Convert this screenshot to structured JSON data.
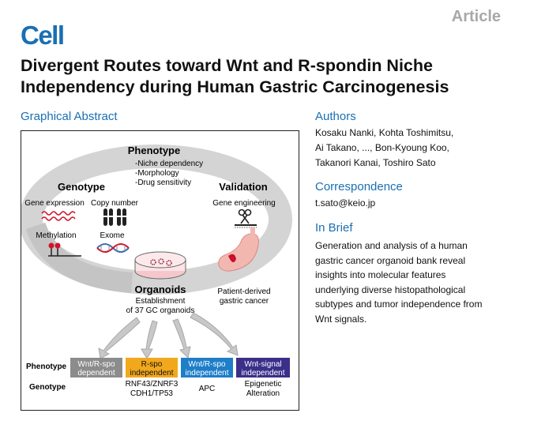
{
  "header": {
    "journal_logo": "Cell",
    "article_type": "Article",
    "title_line1": "Divergent Routes toward Wnt and R-spondin Niche",
    "title_line2": "Independency during Human Gastric Carcinogenesis"
  },
  "graphical_abstract": {
    "heading": "Graphical Abstract",
    "phenotype_title": "Phenotype",
    "phenotype_items": [
      "-Niche dependency",
      "-Morphology",
      "-Drug sensitivity"
    ],
    "genotype_title": "Genotype",
    "gene_expression": "Gene expression",
    "copy_number": "Copy number",
    "methylation": "Methylation",
    "exome": "Exome",
    "validation_title": "Validation",
    "gene_engineering": "Gene engineering",
    "patient_derived_line1": "Patient-derived",
    "patient_derived_line2": "gastric cancer",
    "organoids_title": "Organoids",
    "establishment_line1": "Establishment",
    "establishment_line2": "of 37 GC organoids",
    "row_phenotype": "Phenotype",
    "row_genotype": "Genotype",
    "boxes": [
      {
        "line1": "Wnt/R-spo",
        "line2": "dependent",
        "color": "#8c8c8c",
        "genotype": [
          "",
          ""
        ]
      },
      {
        "line1": "R-spo",
        "line2": "independent",
        "color": "#f2a81d",
        "genotype": [
          "RNF43/ZNRF3",
          "CDH1/TP53"
        ]
      },
      {
        "line1": "Wnt/R-spo",
        "line2": "independent",
        "color": "#1e7ec8",
        "genotype": [
          "APC",
          ""
        ]
      },
      {
        "line1": "Wnt-signal",
        "line2": "independent",
        "color": "#3b2f8a",
        "genotype": [
          "Epigenetic",
          "Alteration"
        ]
      }
    ]
  },
  "authors": {
    "heading": "Authors",
    "line1": "Kosaku Nanki, Kohta Toshimitsu,",
    "line2": "Ai Takano, ..., Bon-Kyoung Koo,",
    "line3": "Takanori Kanai, Toshiro Sato"
  },
  "correspondence": {
    "heading": "Correspondence",
    "email": "t.sato@keio.jp"
  },
  "in_brief": {
    "heading": "In Brief",
    "line1": "Generation and analysis of a human",
    "line2": "gastric cancer organoid bank reveal",
    "line3": "insights into molecular features",
    "line4": "underlying diverse histopathological",
    "line5": "subtypes and tumor independence from",
    "line6": "Wnt signals."
  },
  "colors": {
    "accent": "#1a6fb3",
    "article_gray": "#a8a8a8",
    "ring_gray": "#cfcfcf",
    "tumor_red": "#c8102e",
    "stomach_pink": "#f2b8b0"
  }
}
